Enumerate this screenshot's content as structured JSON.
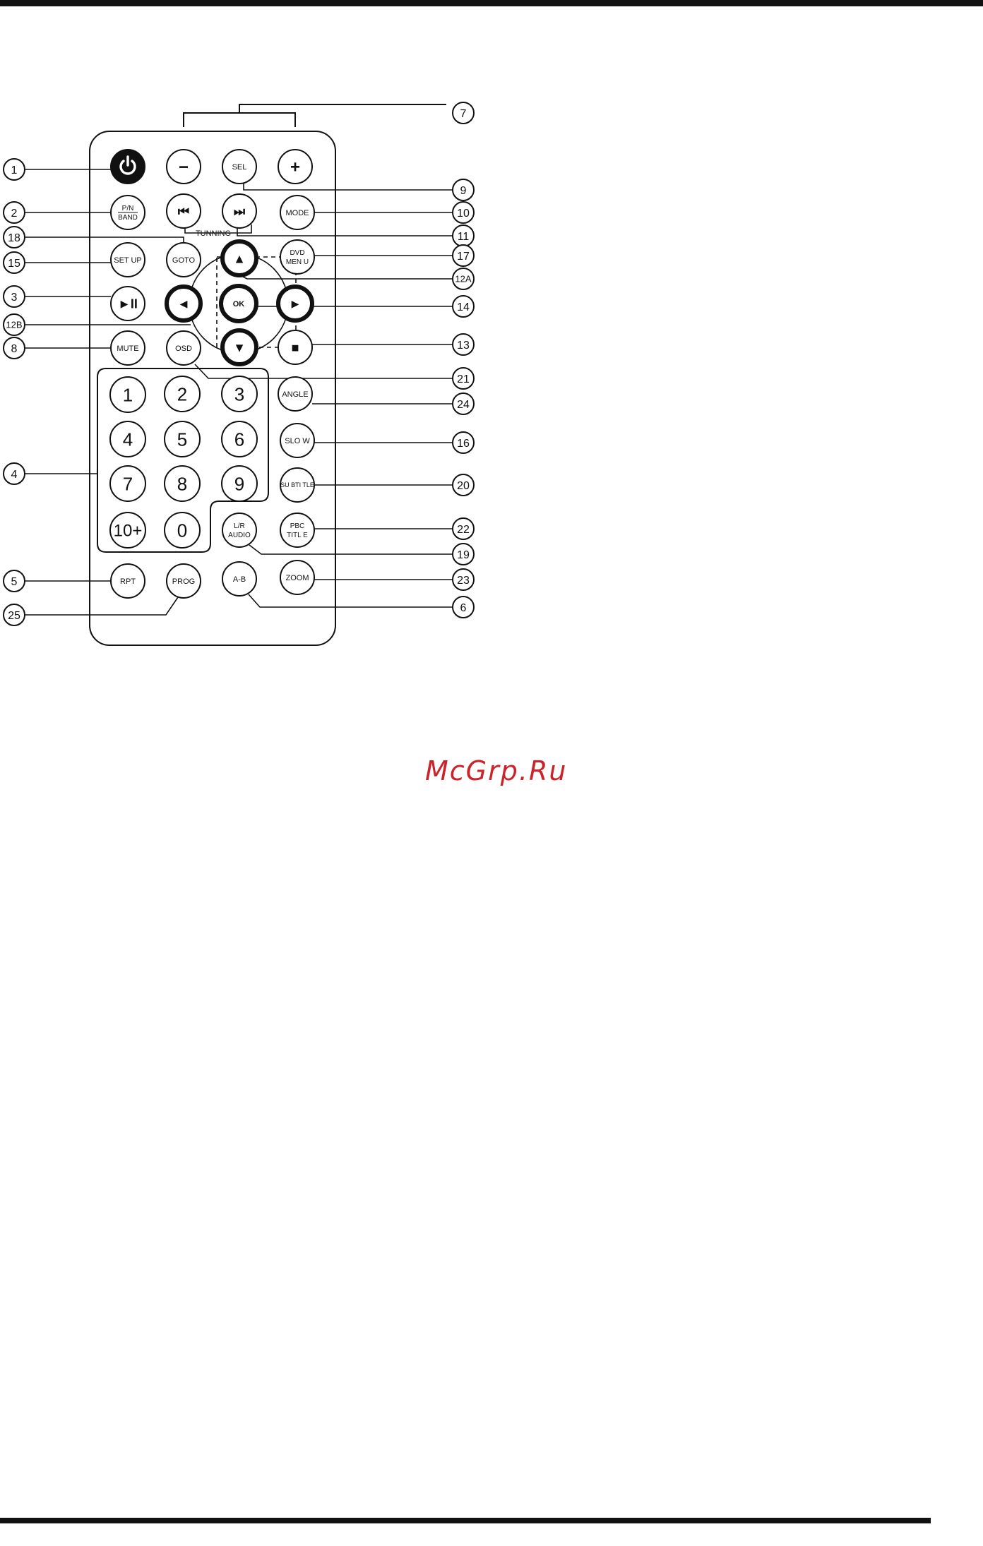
{
  "watermark": "McGrp.Ru",
  "colors": {
    "ink": "#111111",
    "watermark": "#cc2229",
    "background": "#ffffff"
  },
  "buttons": [
    {
      "id": "power",
      "label": "",
      "icon": "power-icon",
      "style": "filled"
    },
    {
      "id": "vol-minus",
      "label": "−"
    },
    {
      "id": "sel",
      "label": "SEL"
    },
    {
      "id": "vol-plus",
      "label": "+"
    },
    {
      "id": "pn-band",
      "label": "P/N",
      "label2": "BAND",
      "divider": true
    },
    {
      "id": "prev",
      "label": "⏮",
      "icon": "previous-track-icon"
    },
    {
      "id": "next",
      "label": "⏭",
      "icon": "next-track-icon"
    },
    {
      "id": "mode",
      "label": "MODE"
    },
    {
      "id": "setup",
      "label": "SET UP"
    },
    {
      "id": "goto",
      "label": "GOTO"
    },
    {
      "id": "up",
      "label": "▲",
      "icon": "arrow-up-icon",
      "style": "bold"
    },
    {
      "id": "dvd-menu",
      "label": "DVD",
      "label2": "MEN U"
    },
    {
      "id": "play-pause",
      "label": "►II",
      "icon": "play-pause-icon"
    },
    {
      "id": "left",
      "label": "◄",
      "icon": "arrow-left-icon",
      "style": "bold"
    },
    {
      "id": "ok",
      "label": "OK",
      "style": "bold"
    },
    {
      "id": "right",
      "label": "►",
      "icon": "arrow-right-icon",
      "style": "bold"
    },
    {
      "id": "mute",
      "label": "MUTE"
    },
    {
      "id": "osd",
      "label": "OSD"
    },
    {
      "id": "down",
      "label": "▼",
      "icon": "arrow-down-icon",
      "style": "bold"
    },
    {
      "id": "stop",
      "label": "■",
      "icon": "stop-icon"
    },
    {
      "id": "num-1",
      "label": "1"
    },
    {
      "id": "num-2",
      "label": "2"
    },
    {
      "id": "num-3",
      "label": "3"
    },
    {
      "id": "angle",
      "label": "ANGLE"
    },
    {
      "id": "num-4",
      "label": "4"
    },
    {
      "id": "num-5",
      "label": "5"
    },
    {
      "id": "num-6",
      "label": "6"
    },
    {
      "id": "slow",
      "label": "SLO W"
    },
    {
      "id": "num-7",
      "label": "7"
    },
    {
      "id": "num-8",
      "label": "8"
    },
    {
      "id": "num-9",
      "label": "9"
    },
    {
      "id": "subtitle",
      "label": "SU BTI TLE"
    },
    {
      "id": "num-10plus",
      "label": "10+"
    },
    {
      "id": "num-0",
      "label": "0"
    },
    {
      "id": "lr-audio",
      "label": "L/R",
      "label2": "AUDIO"
    },
    {
      "id": "pbc-title",
      "label": "PBC",
      "label2": "TITL E"
    },
    {
      "id": "rpt",
      "label": "RPT"
    },
    {
      "id": "prog",
      "label": "PROG"
    },
    {
      "id": "ab",
      "label": "A-B"
    },
    {
      "id": "zoom",
      "label": "ZOOM"
    }
  ],
  "tuning_label": "TUNNING",
  "callouts": [
    {
      "id": "c1",
      "label": "1"
    },
    {
      "id": "c2",
      "label": "2"
    },
    {
      "id": "c18",
      "label": "18"
    },
    {
      "id": "c15",
      "label": "15"
    },
    {
      "id": "c3",
      "label": "3"
    },
    {
      "id": "c12b",
      "label": "12B"
    },
    {
      "id": "c8",
      "label": "8"
    },
    {
      "id": "c4",
      "label": "4"
    },
    {
      "id": "c5",
      "label": "5"
    },
    {
      "id": "c25",
      "label": "25"
    },
    {
      "id": "c7",
      "label": "7"
    },
    {
      "id": "c9",
      "label": "9"
    },
    {
      "id": "c10",
      "label": "10"
    },
    {
      "id": "c11",
      "label": "11"
    },
    {
      "id": "c17",
      "label": "17"
    },
    {
      "id": "c12a",
      "label": "12A"
    },
    {
      "id": "c14",
      "label": "14"
    },
    {
      "id": "c13",
      "label": "13"
    },
    {
      "id": "c21",
      "label": "21"
    },
    {
      "id": "c24",
      "label": "24"
    },
    {
      "id": "c16",
      "label": "16"
    },
    {
      "id": "c20",
      "label": "20"
    },
    {
      "id": "c22",
      "label": "22"
    },
    {
      "id": "c19",
      "label": "19"
    },
    {
      "id": "c23",
      "label": "23"
    },
    {
      "id": "c6",
      "label": "6"
    }
  ]
}
